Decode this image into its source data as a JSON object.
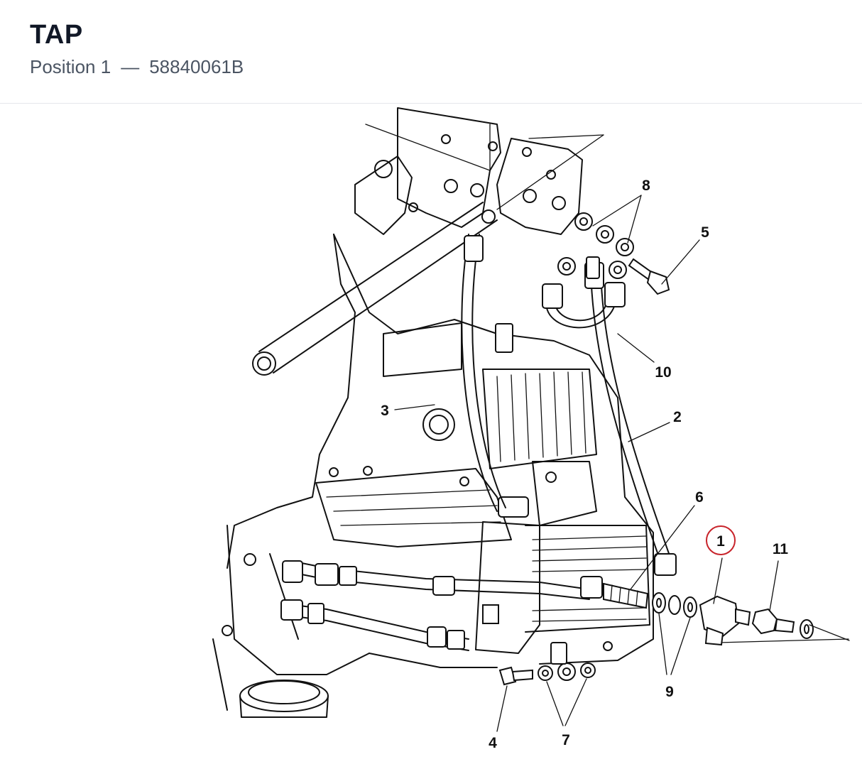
{
  "header": {
    "title": "TAP",
    "position_label": "Position 1",
    "separator": "—",
    "part_number": "58840061B"
  },
  "diagram": {
    "highlight_color": "#c8242b",
    "highlighted_callout": "1",
    "callouts": {
      "c1": "1",
      "c2": "2",
      "c3": "3",
      "c4": "4",
      "c5": "5",
      "c6": "6",
      "c7": "7",
      "c8": "8",
      "c9": "9",
      "c10": "10",
      "c11": "11"
    }
  }
}
